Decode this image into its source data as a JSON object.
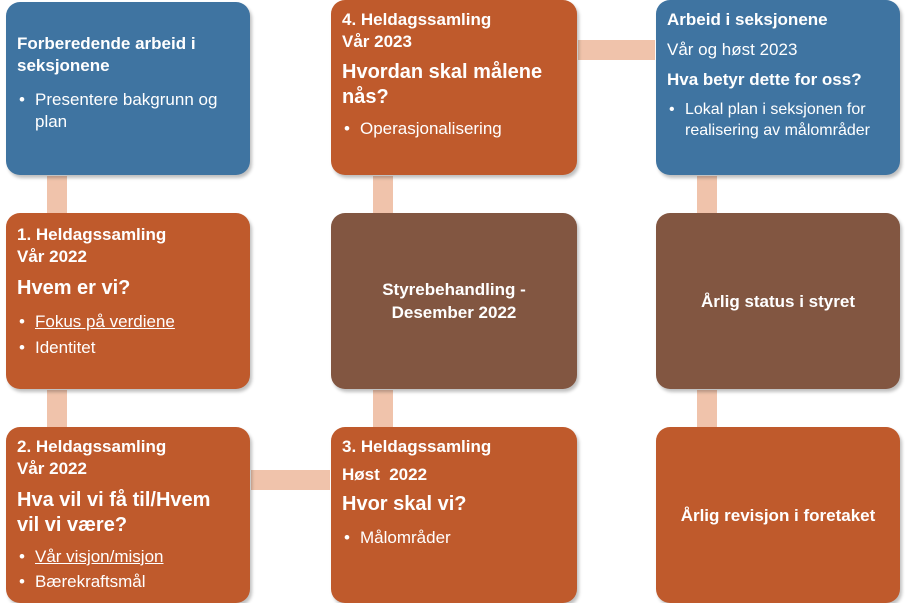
{
  "box_prep": {
    "title": "Forberedende arbeid i seksjonene",
    "items": [
      "Presentere bakgrunn og plan"
    ]
  },
  "box_1": {
    "title_l1": "1. Heldagssamling",
    "title_l2": "Vår 2022",
    "question": "Hvem er vi?",
    "items": [
      "Fokus på verdiene",
      "Identitet"
    ]
  },
  "box_2": {
    "title_l1": "2. Heldagssamling",
    "title_l2": "Vår 2022",
    "question": "Hva vil vi få til/Hvem vil vi være?",
    "items": [
      "Vår visjon/misjon",
      "Bærekraftsmål"
    ]
  },
  "box_3": {
    "title_l1": "3. Heldagssamling",
    "title_l2": "Høst  2022",
    "question": "Hvor skal vi?",
    "items": [
      "Målområder"
    ]
  },
  "box_board": {
    "label": "Styrebehandling - Desember 2022"
  },
  "box_4": {
    "title_l1": "4. Heldagssamling",
    "title_l2": "Vår 2023",
    "question": "Hvordan skal målene nås?",
    "items": [
      "Operasjonalisering"
    ]
  },
  "box_work": {
    "title": "Arbeid i seksjonene",
    "period": "Vår og høst 2023",
    "question": "Hva betyr dette for oss?",
    "items": [
      "Lokal plan i seksjonen for realisering av målområder"
    ]
  },
  "box_status": {
    "label": "Årlig status i styret"
  },
  "box_revision": {
    "label": "Årlig revisjon i foretaket"
  },
  "colors": {
    "blue": "#3f74a1",
    "orange": "#bf5a2c",
    "brown": "#825641",
    "connector": "#f0c3ab"
  }
}
